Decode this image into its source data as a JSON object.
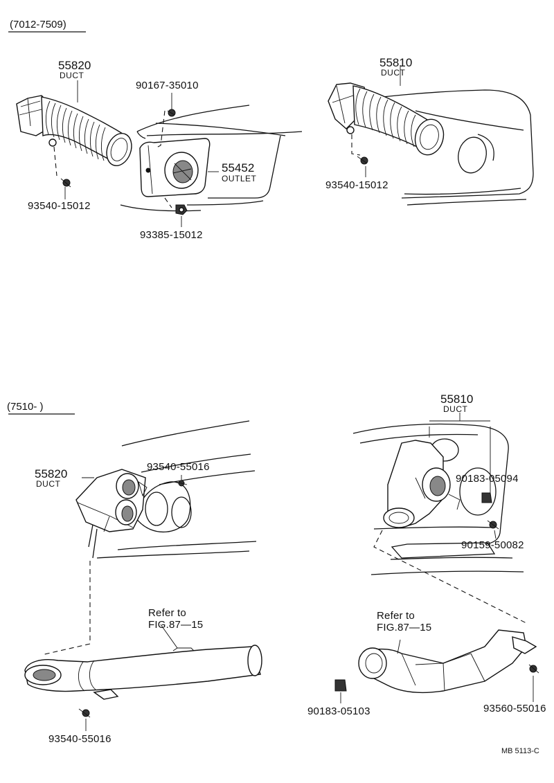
{
  "sections": {
    "top": {
      "range_label": "(7012-7509)"
    },
    "bottom": {
      "range_label": "(7510-      )"
    }
  },
  "labels": {
    "top_left_duct_number": "55820",
    "top_left_duct_name": "DUCT",
    "top_screw_upper": "90167-35010",
    "top_outlet_number": "55452",
    "top_outlet_name": "OUTLET",
    "top_screw_left": "93540-15012",
    "top_bolt_lower": "93385-15012",
    "top_right_duct_number": "55810",
    "top_right_duct_name": "DUCT",
    "top_right_screw": "93540-15012",
    "bottom_left_duct_number": "55820",
    "bottom_left_duct_name": "DUCT",
    "bottom_left_screw_upper": "93540-55016",
    "bottom_left_refer_line1": "Refer  to",
    "bottom_left_refer_line2": "FIG.87—15",
    "bottom_left_screw_lower": "93540-55016",
    "bottom_right_duct_number": "55810",
    "bottom_right_duct_name": "DUCT",
    "bottom_right_nut_upper": "90183-05094",
    "bottom_right_screw_mid": "90159-50082",
    "bottom_right_refer_line1": "Refer  to",
    "bottom_right_refer_line2": "FIG.87—15",
    "bottom_right_nut_lower": "90183-05103",
    "bottom_right_screw_lower": "93560-55016",
    "drawing_code": "MB 5113-C"
  }
}
